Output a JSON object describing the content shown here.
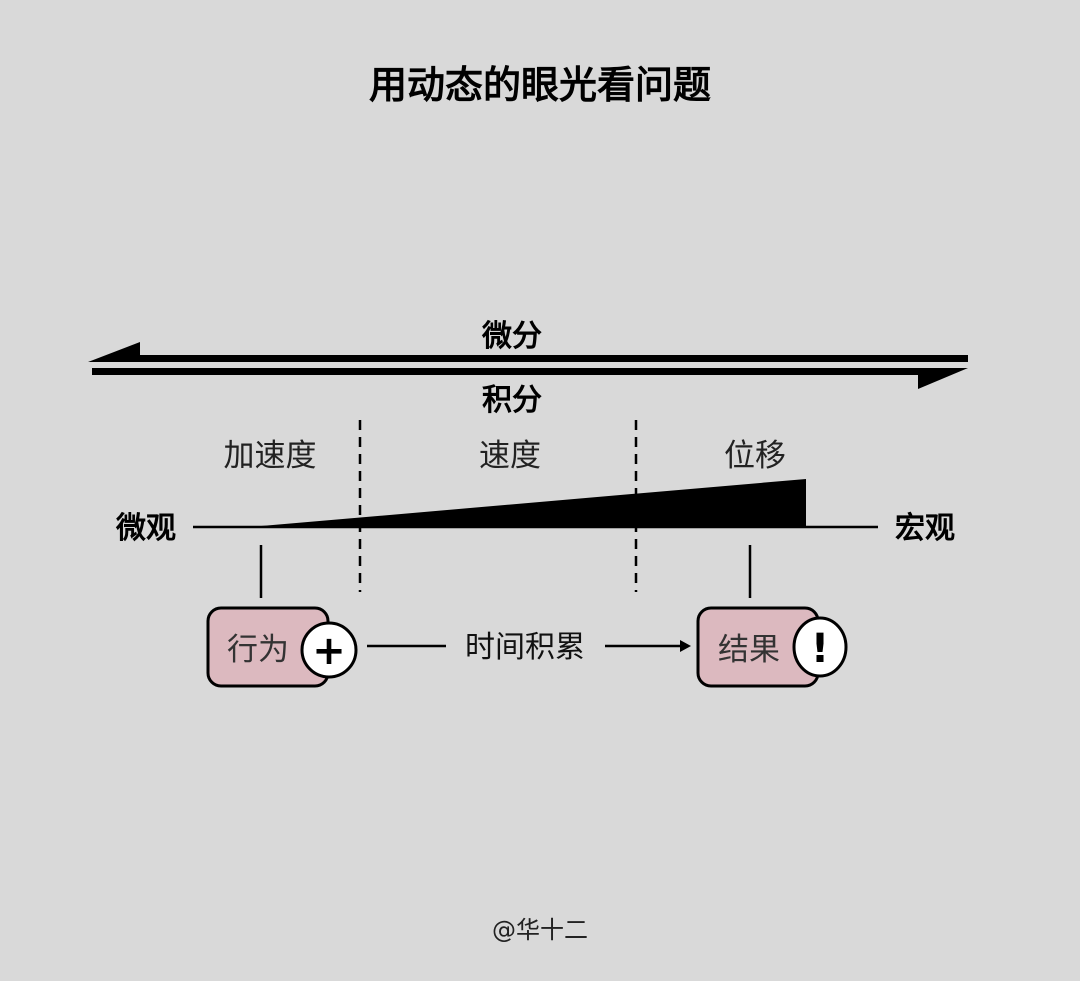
{
  "title": "用动态的眼光看问题",
  "arrows": {
    "top_label": "微分",
    "bottom_label": "积分"
  },
  "sections": [
    "加速度",
    "速度",
    "位移"
  ],
  "scale": {
    "left": "微观",
    "right": "宏观"
  },
  "boxes": {
    "action": {
      "label": "行为",
      "badge": "+"
    },
    "result": {
      "label": "结果",
      "badge": "!"
    }
  },
  "connector_label": "时间积累",
  "footer": "@华十二",
  "colors": {
    "background": "#d9d9d9",
    "box_fill": "#dcb9bf",
    "ink": "#000000"
  }
}
